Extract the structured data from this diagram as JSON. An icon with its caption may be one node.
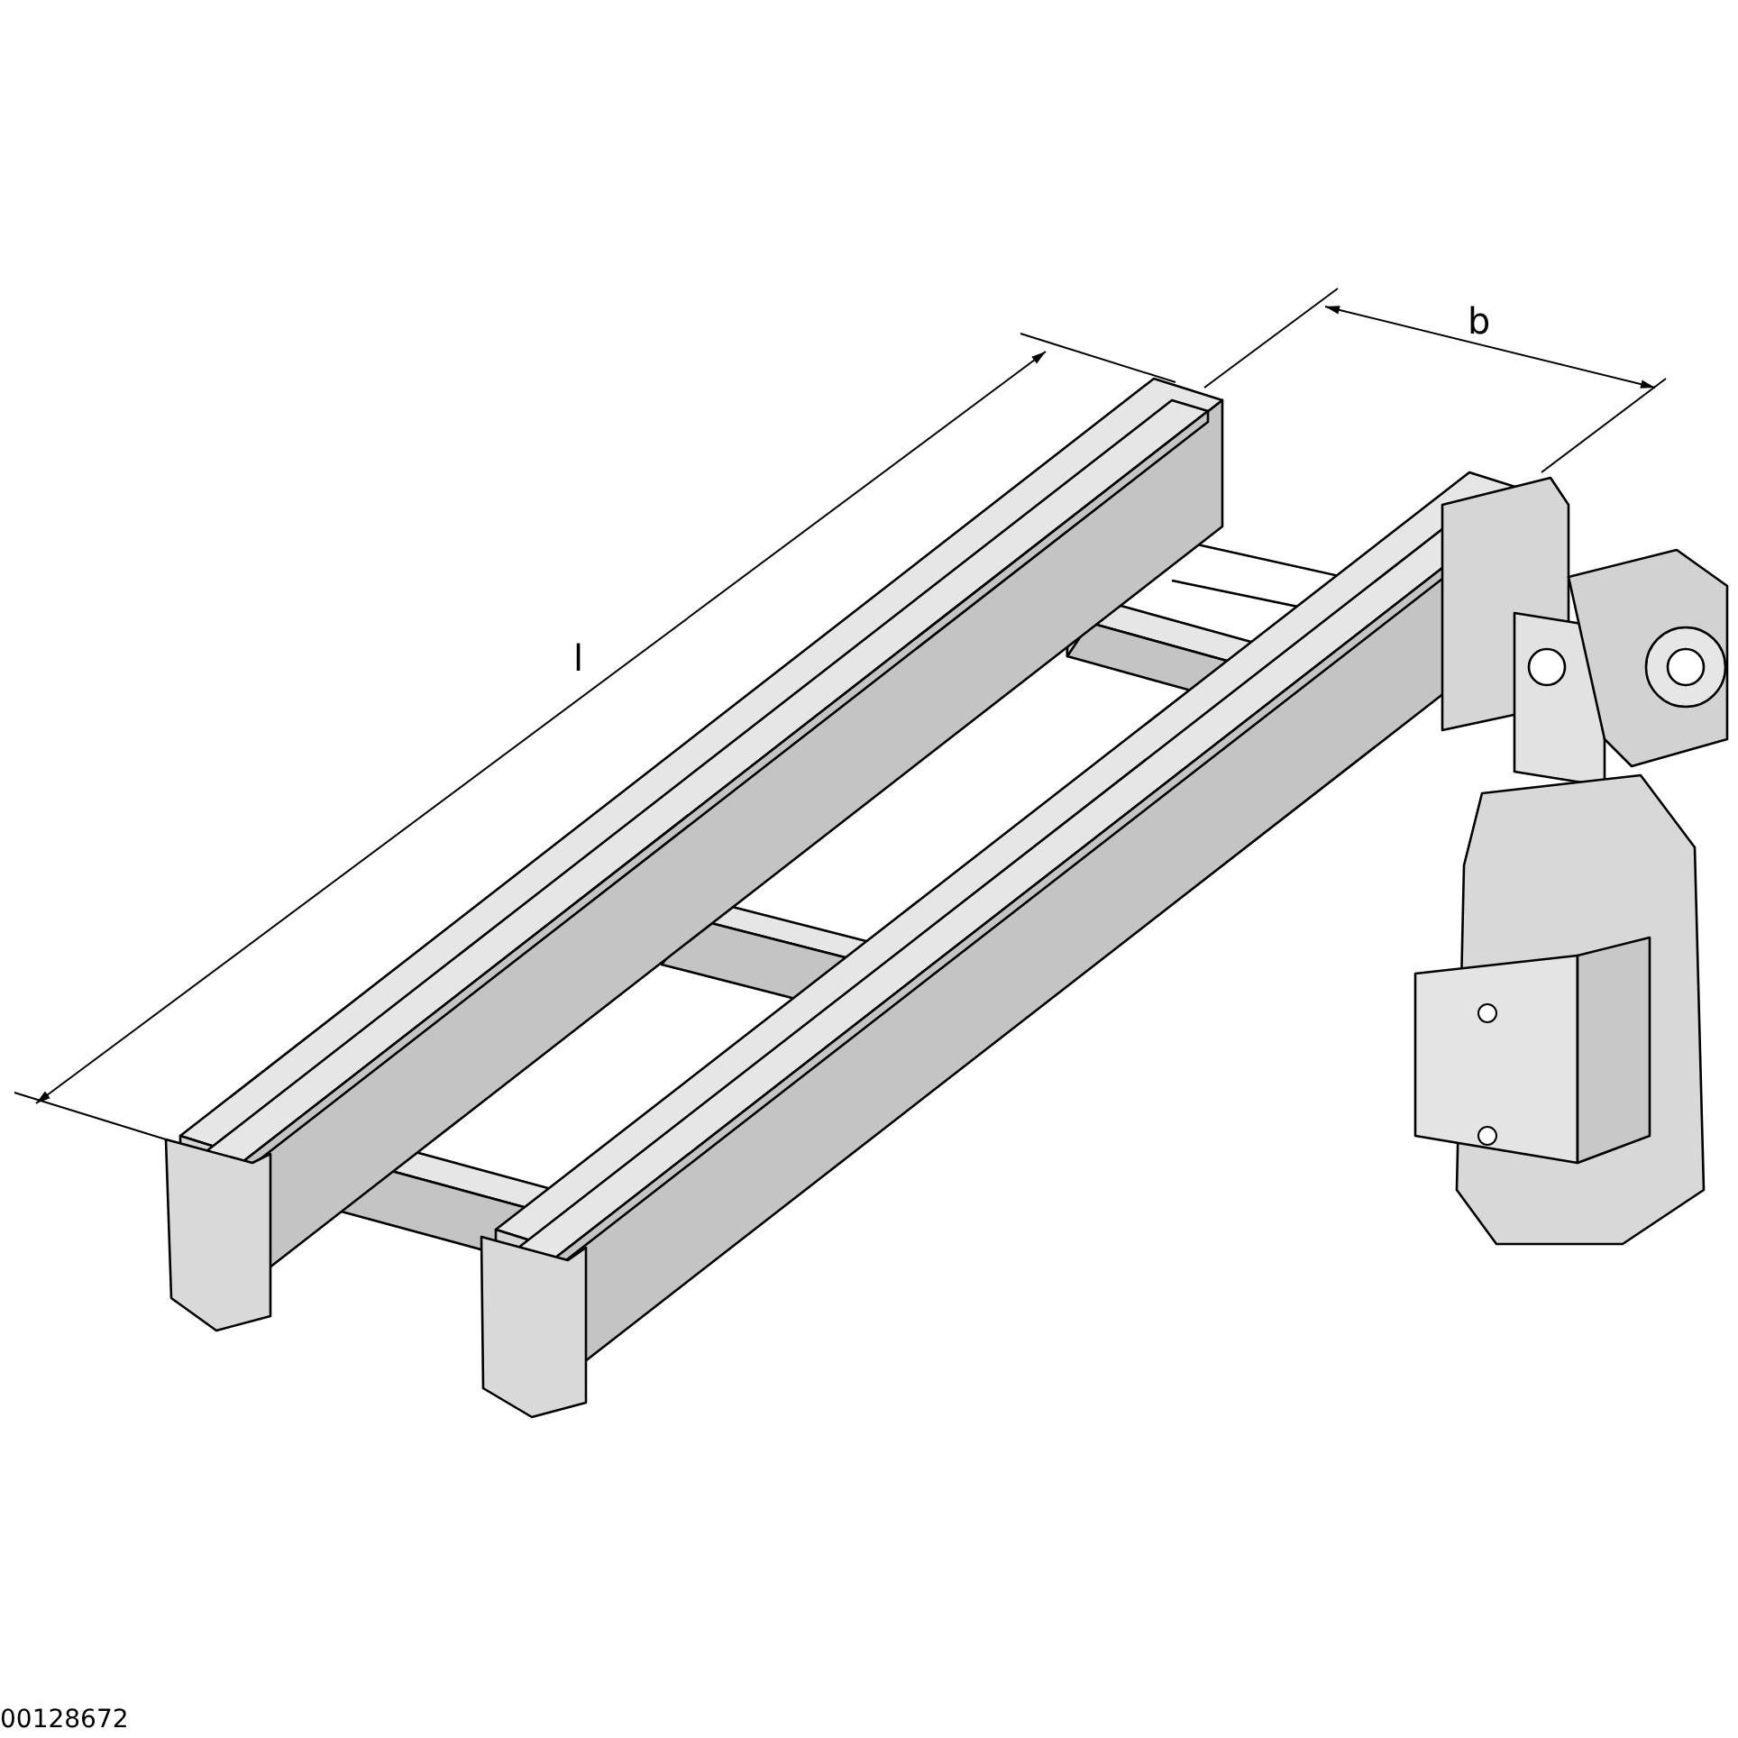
{
  "diagram": {
    "labels": [
      "b",
      "l",
      "00128672"
    ]
  }
}
